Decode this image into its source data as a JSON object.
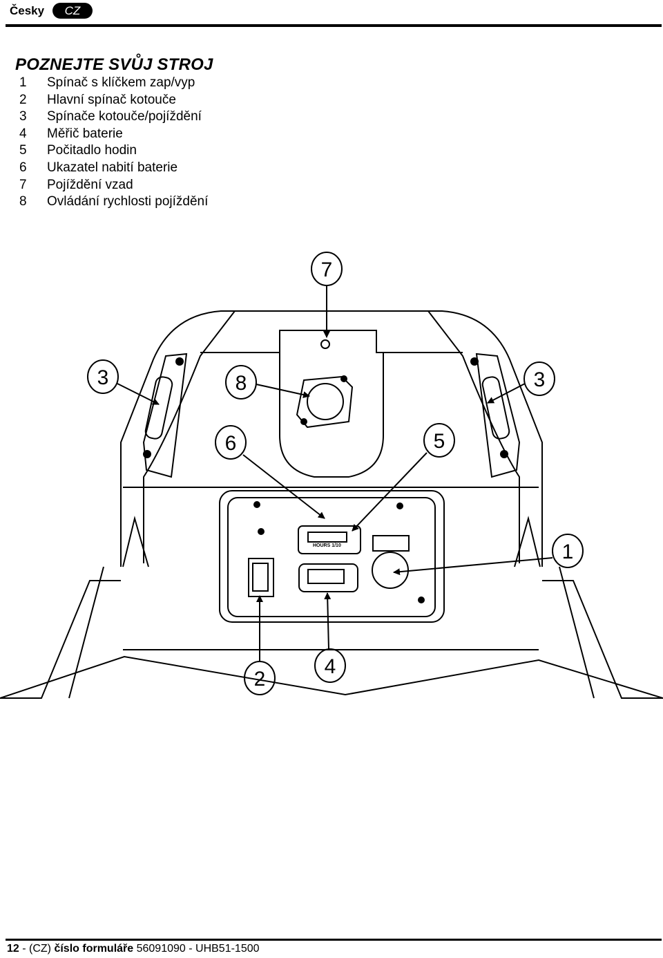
{
  "header": {
    "language": "Česky",
    "badge": "CZ"
  },
  "section_title": "POZNEJTE SVŮJ STROJ",
  "legend": [
    {
      "num": "1",
      "label": "Spínač s klíčkem zap/vyp"
    },
    {
      "num": "2",
      "label": "Hlavní spínač kotouče"
    },
    {
      "num": "3",
      "label": "Spínače kotouče/pojíždění"
    },
    {
      "num": "4",
      "label": "Měřič baterie"
    },
    {
      "num": "5",
      "label": "Počitadlo hodin"
    },
    {
      "num": "6",
      "label": "Ukazatel nabití baterie"
    },
    {
      "num": "7",
      "label": "Pojíždění vzad"
    },
    {
      "num": "8",
      "label": "Ovládání rychlosti pojíždění"
    }
  ],
  "figure": {
    "callouts": [
      "7",
      "3",
      "8",
      "3",
      "6",
      "5",
      "1",
      "2",
      "4"
    ],
    "hour_meter_label": "HOURS 1/10"
  },
  "footer": {
    "page": "12",
    "text": " - (CZ) ",
    "form_label": "číslo formuláře",
    "form_number": " 56091090 - UHB51-1500"
  }
}
